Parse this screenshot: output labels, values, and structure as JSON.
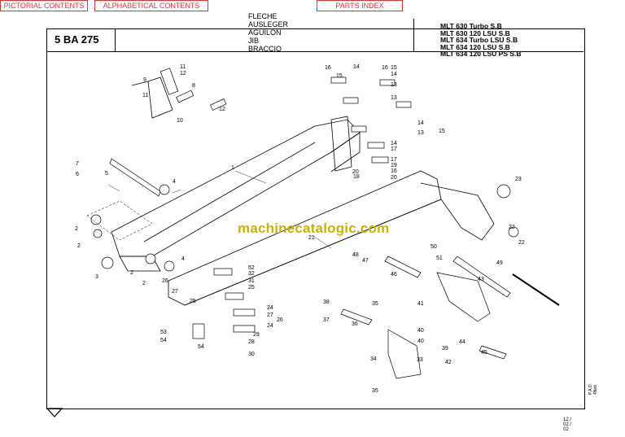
{
  "nav": {
    "pictorial": "PICTORIAL CONTENTS",
    "alphabetical": "ALPHABETICAL CONTENTS",
    "parts_index": "PARTS INDEX"
  },
  "header": {
    "code": "5 BA 275",
    "titles": [
      "FLECHE",
      "AUSLEGER",
      "AGUILON",
      "JIB",
      "BRACCIO"
    ],
    "models": [
      "MLT 630 Turbo S.B",
      "MLT 630 120 LSU S.B",
      "MLT 634 Turbo LSU S.B",
      "MLT 634 120 LSU S.B",
      "MLT 634 120 LSU PS S.B"
    ]
  },
  "watermark": "machinecatalogic.com",
  "footer": {
    "date": "12 / 02 / 02",
    "side": "P.A.O. 4Nett",
    "arrow_icon": "down-arrow-icon"
  },
  "callouts": [
    "1",
    "2",
    "2",
    "2",
    "2",
    "3",
    "4",
    "4",
    "5",
    "6",
    "7",
    "8",
    "9",
    "10",
    "11",
    "11",
    "12",
    "12",
    "13",
    "13",
    "13",
    "14",
    "14",
    "14",
    "14",
    "15",
    "15",
    "15",
    "16",
    "16",
    "16",
    "17",
    "17",
    "18",
    "19",
    "20",
    "20",
    "21",
    "22",
    "22",
    "23",
    "24",
    "24",
    "25",
    "25",
    "26",
    "26",
    "27",
    "27",
    "28",
    "29",
    "30",
    "31",
    "32",
    "33",
    "34",
    "35",
    "35",
    "36",
    "37",
    "38",
    "39",
    "40",
    "40",
    "41",
    "42",
    "43",
    "44",
    "45",
    "46",
    "47",
    "48",
    "49",
    "50",
    "51",
    "52",
    "53",
    "54",
    "54"
  ],
  "colors": {
    "nav": "#dd3333",
    "watermark": "#c8b400"
  }
}
